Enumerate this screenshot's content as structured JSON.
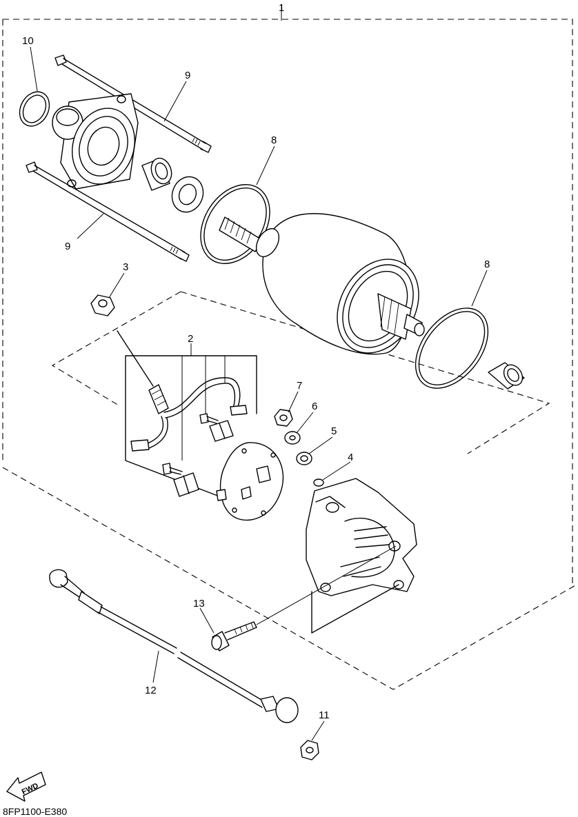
{
  "callouts": [
    {
      "id": "c1",
      "label": "1"
    },
    {
      "id": "c2",
      "label": "2"
    },
    {
      "id": "c3",
      "label": "3"
    },
    {
      "id": "c4",
      "label": "4"
    },
    {
      "id": "c5",
      "label": "5"
    },
    {
      "id": "c6",
      "label": "6"
    },
    {
      "id": "c7",
      "label": "7"
    },
    {
      "id": "c8a",
      "label": "8"
    },
    {
      "id": "c8b",
      "label": "8"
    },
    {
      "id": "c9a",
      "label": "9"
    },
    {
      "id": "c9b",
      "label": "9"
    },
    {
      "id": "c10",
      "label": "10"
    },
    {
      "id": "c11",
      "label": "11"
    },
    {
      "id": "c12",
      "label": "12"
    },
    {
      "id": "c13",
      "label": "13"
    }
  ],
  "fwd_badge": "FWD",
  "diagram_code": "8FP1100-E380"
}
